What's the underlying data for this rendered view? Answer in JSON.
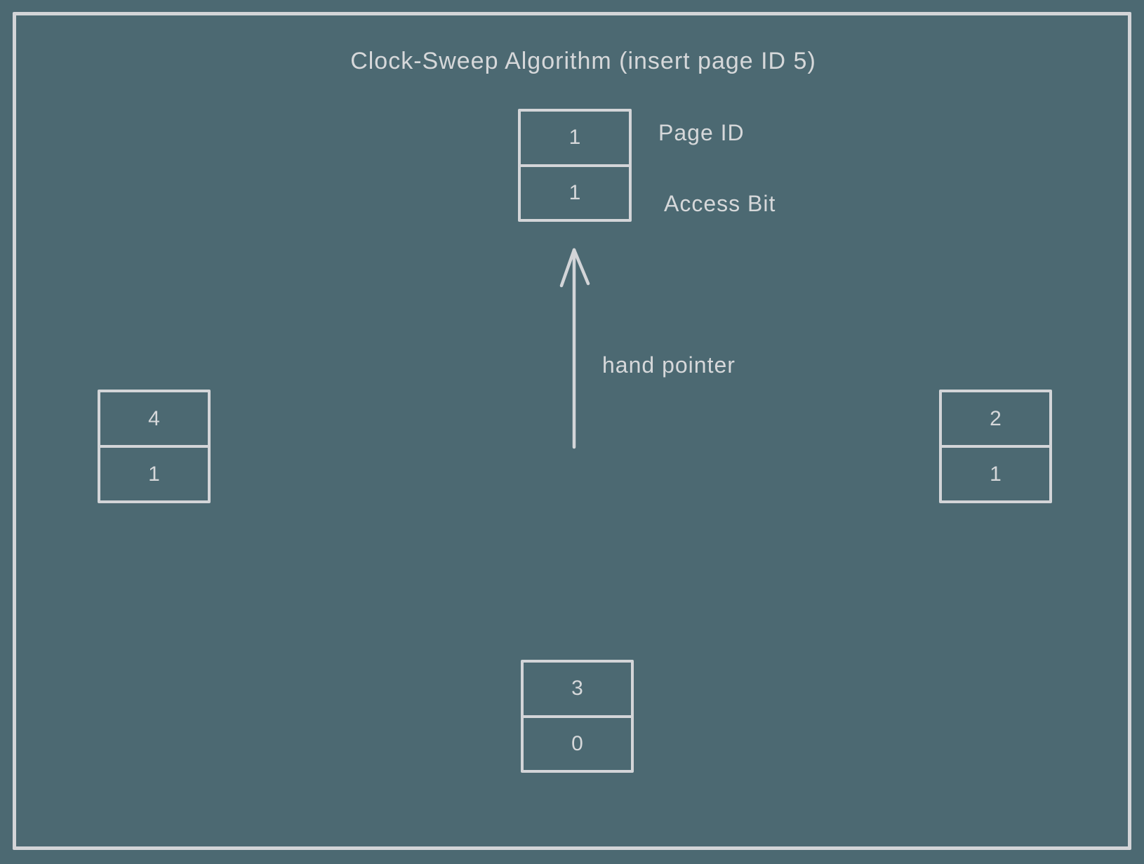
{
  "title": "Clock-Sweep Algorithm (insert page ID 5)",
  "labels": {
    "page_id": "Page ID",
    "access_bit": "Access Bit",
    "hand_pointer": "hand pointer"
  },
  "frames": [
    {
      "position": "top",
      "page_id": "1",
      "access_bit": "1"
    },
    {
      "position": "left",
      "page_id": "4",
      "access_bit": "1"
    },
    {
      "position": "right",
      "page_id": "2",
      "access_bit": "1"
    },
    {
      "position": "bottom",
      "page_id": "3",
      "access_bit": "0"
    }
  ],
  "colors": {
    "background": "#4c6972",
    "stroke": "#d3d5d8",
    "text": "#d6d8da"
  }
}
